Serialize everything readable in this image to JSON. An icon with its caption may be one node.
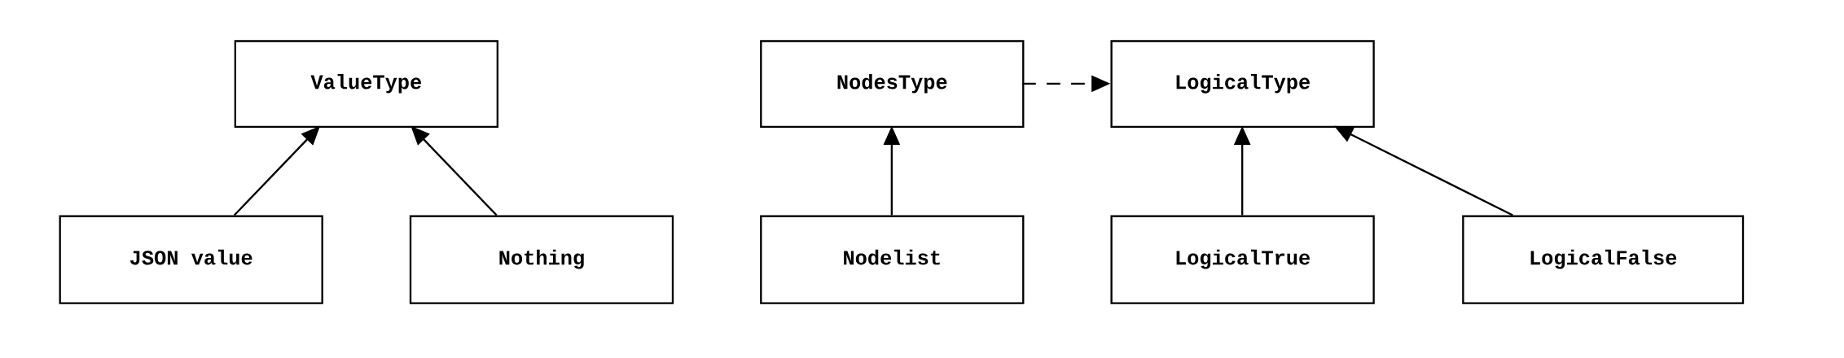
{
  "diagram": {
    "nodes": [
      {
        "text": [
          "ValueType"
        ]
      },
      {
        "text": [
          "NodesType"
        ]
      },
      {
        "text": [
          "LogicalType"
        ]
      },
      {
        "text": [
          "JSON value"
        ]
      },
      {
        "text": [
          "Nothing"
        ]
      },
      {
        "text": [
          "Nodelist"
        ]
      },
      {
        "text": [
          "LogicalTrue"
        ]
      },
      {
        "text": [
          "LogicalFalse"
        ]
      }
    ],
    "edges": [
      {
        "from": 3,
        "to": 0,
        "arrow": "to"
      },
      {
        "from": 4,
        "to": 0,
        "arrow": "to"
      },
      {
        "from": 5,
        "to": 1,
        "arrow": "to"
      },
      {
        "from": 1,
        "to": 2,
        "arrow": "to",
        "style": "dashed"
      },
      {
        "from": 6,
        "to": 2,
        "arrow": "to"
      },
      {
        "from": 7,
        "to": 2,
        "arrow": "to"
      }
    ]
  }
}
